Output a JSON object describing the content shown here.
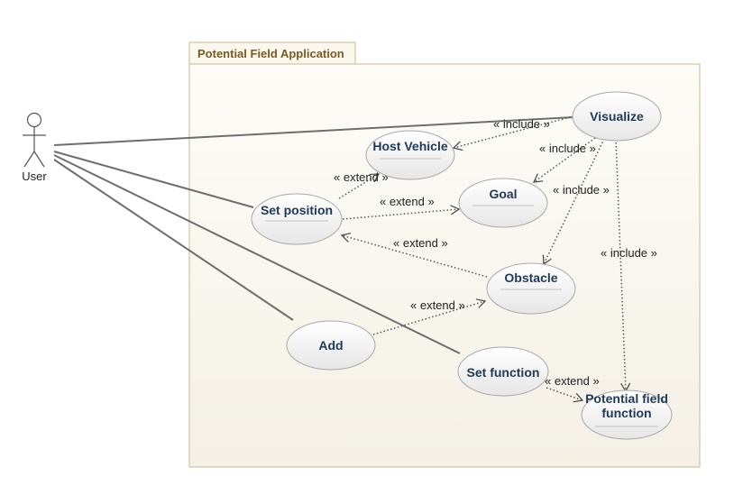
{
  "package": {
    "title": "Potential Field Application"
  },
  "actor": {
    "name": "User"
  },
  "use_cases": {
    "visualize": "Visualize",
    "host_vehicle": "Host Vehicle",
    "goal": "Goal",
    "set_position": "Set position",
    "obstacle": "Obstacle",
    "add": "Add",
    "set_function": "Set function",
    "potential_field_1": "Potential field",
    "potential_field_2": "function"
  },
  "relations": {
    "include": "« include »",
    "extend": "« extend »"
  }
}
